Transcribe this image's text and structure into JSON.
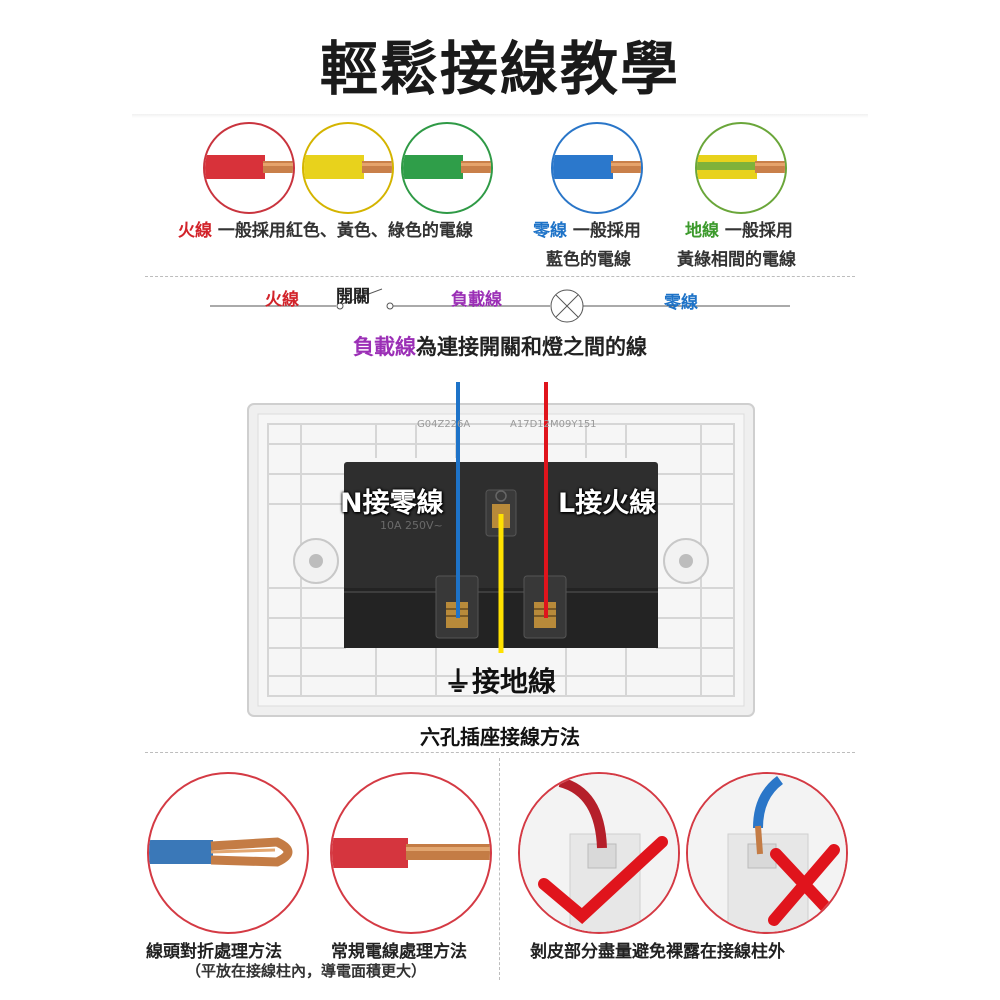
{
  "title": "輕鬆接線教學",
  "wires": [
    {
      "name": "red-wire",
      "color": "#d8323a"
    },
    {
      "name": "yellow-wire",
      "color": "#e8d21c"
    },
    {
      "name": "green-wire",
      "color": "#2f9e49"
    },
    {
      "name": "blue-wire",
      "color": "#2b78cc"
    },
    {
      "name": "yellow-green-wire",
      "color": "#b9cf2a"
    }
  ],
  "descriptions": {
    "live_label": "火線",
    "live_text": "一般採用紅色、黃色、綠色的電線",
    "neutral_label": "零線",
    "neutral_text1": "一般採用",
    "neutral_text2": "藍色的電線",
    "ground_label": "地線",
    "ground_text1": "一般採用",
    "ground_text2": "黃綠相間的電線"
  },
  "circuit": {
    "live": "火線",
    "switch": "開關",
    "load": "負載線",
    "neutral": "零線"
  },
  "load_desc": {
    "highlight": "負載線",
    "rest": "為連接開關和燈之間的線"
  },
  "socket": {
    "code_left": "G04Z226A",
    "code_right": "A17D12M09Y151",
    "rating": "10A 250V~",
    "n_label": "N接零線",
    "l_label": "L接火線",
    "ground_label": "接地線",
    "ground_symbol": "⏚",
    "caption": "六孔插座接線方法"
  },
  "bottom": {
    "cap1": "線頭對折處理方法",
    "cap2": "常規電線處理方法",
    "cap2_sub": "（平放在接線柱內，導電面積更大）",
    "cap3": "剝皮部分盡量避免裸露在接線柱外"
  },
  "colors": {
    "red": "#d2232a",
    "blue": "#1e73c8",
    "green": "#3c9a2c",
    "purple": "#9b2fb6",
    "yellow": "#ffe100",
    "copper": "#c9804a"
  }
}
